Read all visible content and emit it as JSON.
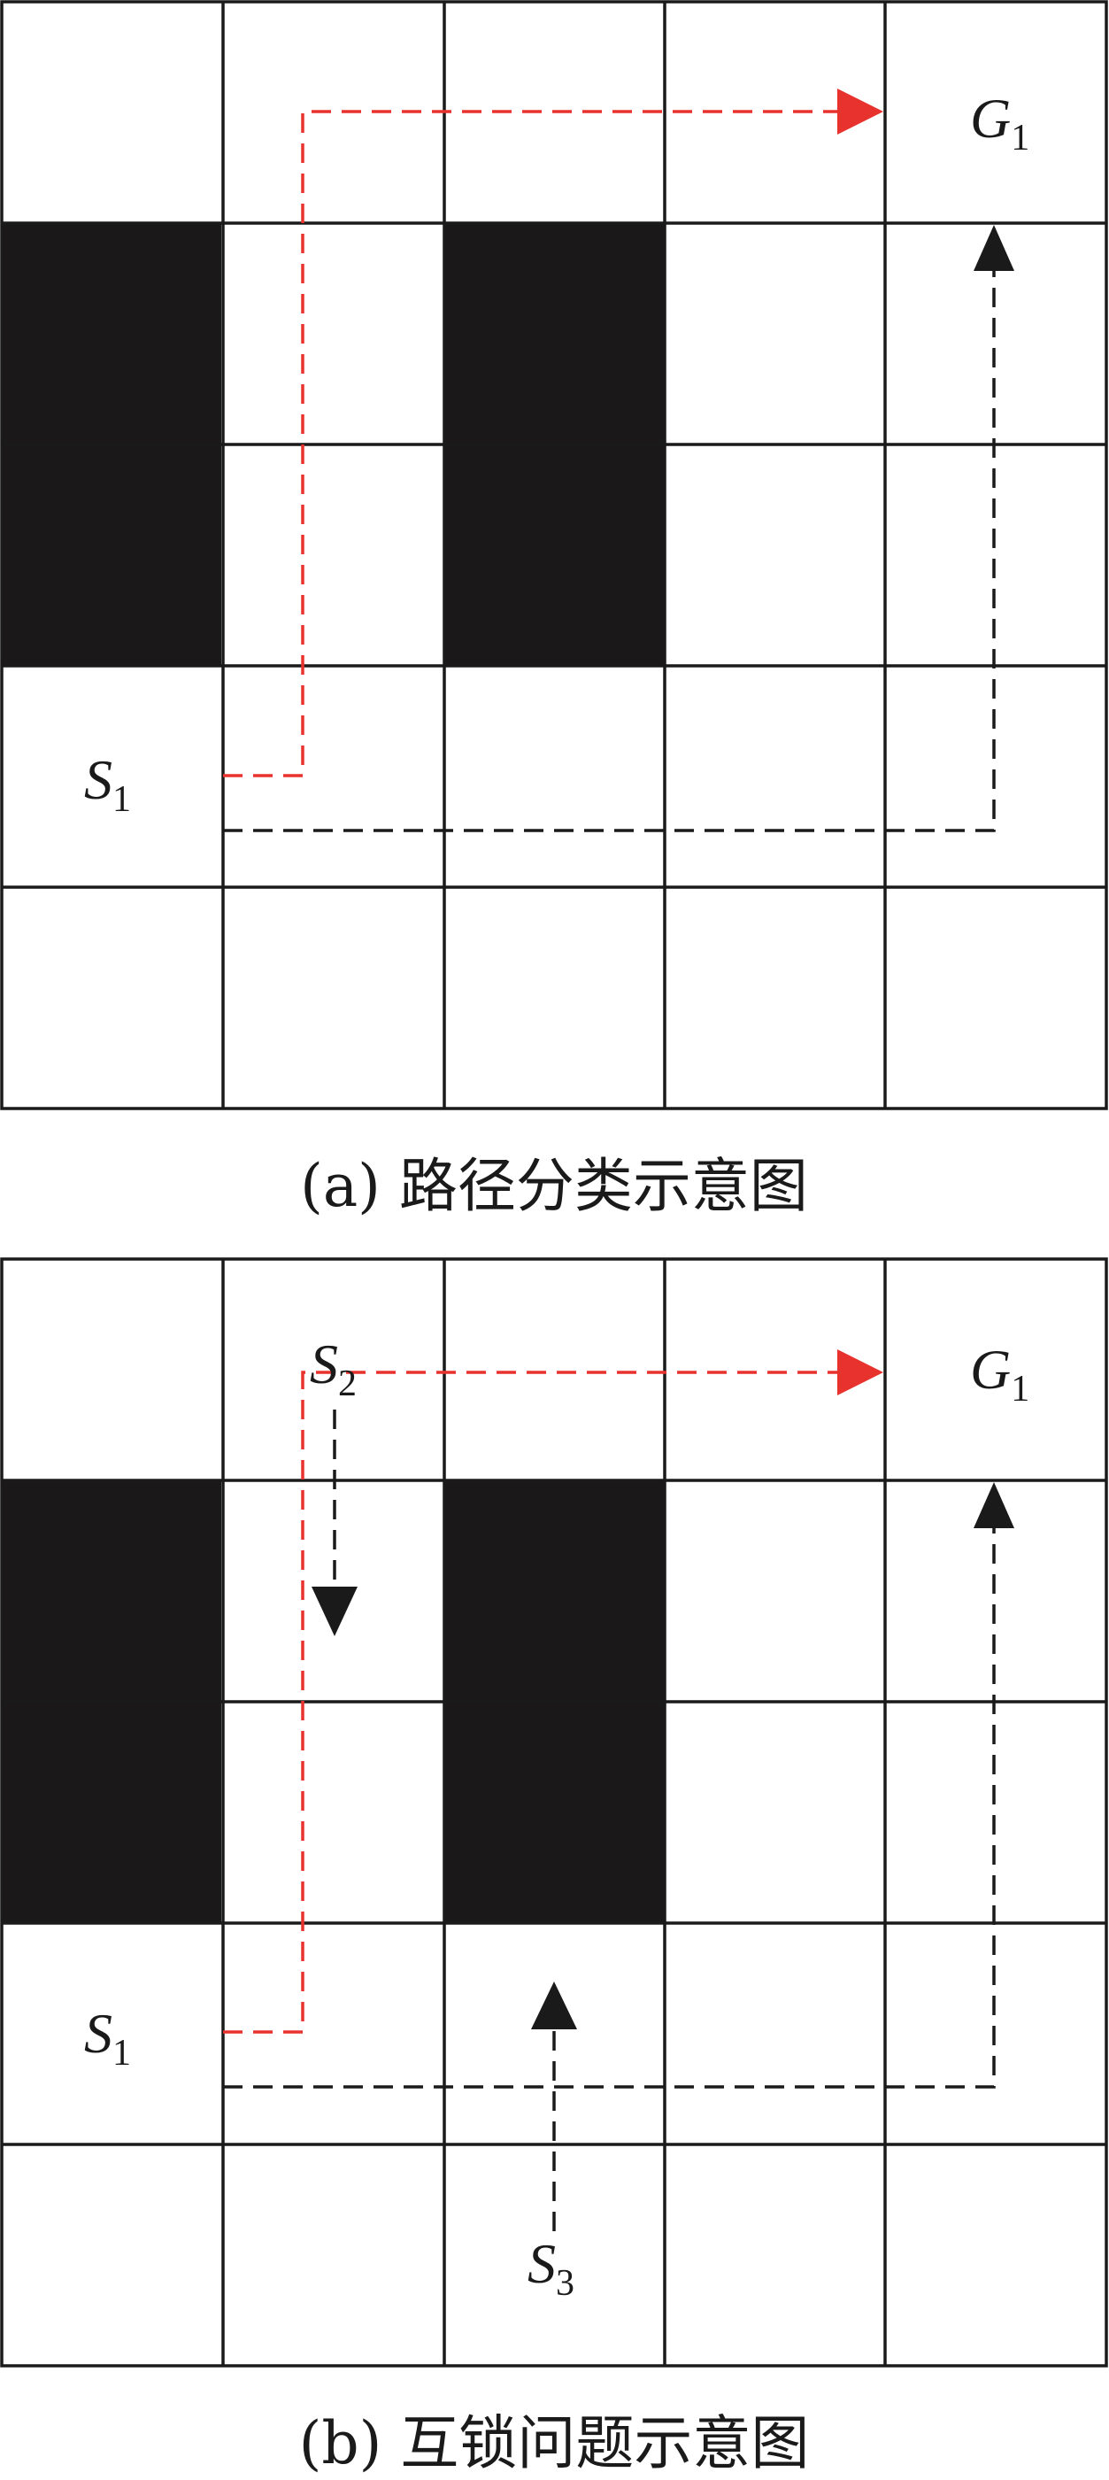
{
  "colors": {
    "grid_line": "#1a1a1a",
    "obstacle": "#1a1818",
    "path_red": "#e8322d",
    "path_black": "#1a1a1a",
    "background": "#ffffff"
  },
  "panel_a": {
    "caption": "(a) 路径分类示意图",
    "start_label": "S",
    "start_sub": "1",
    "goal_label": "G",
    "goal_sub": "1"
  },
  "panel_b": {
    "caption": "(b) 互锁问题示意图",
    "start1_label": "S",
    "start1_sub": "1",
    "start2_label": "S",
    "start2_sub": "2",
    "start3_label": "S",
    "start3_sub": "3",
    "goal_label": "G",
    "goal_sub": "1"
  }
}
